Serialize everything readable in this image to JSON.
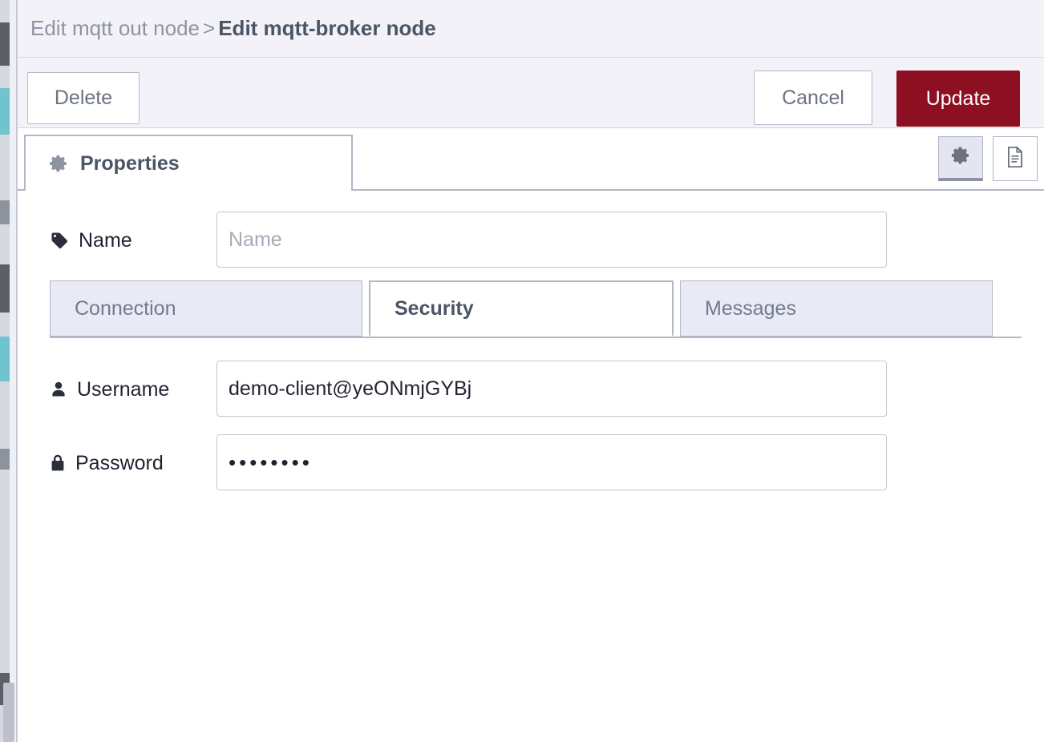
{
  "header": {
    "breadcrumb_parent": "Edit mqtt out node",
    "breadcrumb_separator": ">",
    "breadcrumb_current": "Edit mqtt-broker node"
  },
  "toolbar": {
    "delete_label": "Delete",
    "cancel_label": "Cancel",
    "update_label": "Update",
    "update_color": "#8c1022"
  },
  "tabs": {
    "properties_label": "Properties",
    "properties_icon": "gear-icon",
    "icon_buttons": [
      {
        "name": "gear-icon",
        "active": true
      },
      {
        "name": "description-icon",
        "active": false
      }
    ]
  },
  "form": {
    "name": {
      "label": "Name",
      "icon": "tag-icon",
      "value": "",
      "placeholder": "Name"
    },
    "subtabs": [
      {
        "label": "Connection",
        "active": false
      },
      {
        "label": "Security",
        "active": true
      },
      {
        "label": "Messages",
        "active": false
      }
    ],
    "username": {
      "label": "Username",
      "icon": "user-icon",
      "value": "demo-client@yeONmjGYBj",
      "placeholder": ""
    },
    "password": {
      "label": "Password",
      "icon": "lock-icon",
      "value": "••••••••",
      "placeholder": ""
    }
  }
}
